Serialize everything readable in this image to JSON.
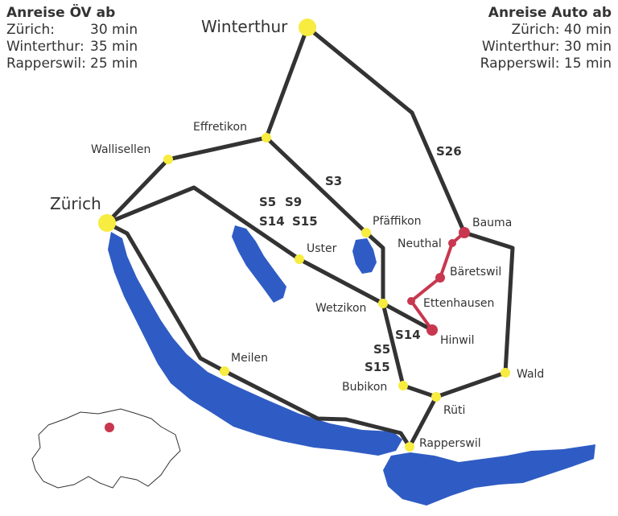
{
  "ov": {
    "title": "Anreise ÖV ab",
    "rows": [
      {
        "city": "Zürich:",
        "time": "30 min"
      },
      {
        "city": "Winterthur:",
        "time": "35 min"
      },
      {
        "city": "Rapperswil:",
        "time": "25 min"
      }
    ]
  },
  "auto": {
    "title": "Anreise Auto ab",
    "rows": [
      {
        "city": "Zürich:",
        "time": "40 min"
      },
      {
        "city": "Winterthur:",
        "time": "30 min"
      },
      {
        "city": "Rapperswil:",
        "time": "15 min"
      }
    ]
  },
  "places": {
    "winterthur": "Winterthur",
    "zurich": "Zürich",
    "effretikon": "Effretikon",
    "wallisellen": "Wallisellen",
    "pfaeffikon": "Pfäffikon",
    "uster": "Uster",
    "wetzikon": "Wetzikon",
    "meilen": "Meilen",
    "bubikon": "Bubikon",
    "rueti": "Rüti",
    "rapperswil": "Rapperswil",
    "wald": "Wald",
    "hinwil": "Hinwil",
    "bauma": "Bauma",
    "neuthal": "Neuthal",
    "baeretswil": "Bäretswil",
    "ettenhausen": "Ettenhausen"
  },
  "lines": {
    "s26": "S26",
    "s3": "S3",
    "s5": "S5",
    "s9": "S9",
    "s14": "S14",
    "s15": "S15",
    "s14b": "S14",
    "s5b": "S5",
    "s15b": "S15"
  },
  "colors": {
    "rail": "#333333",
    "station": "#f7ec3f",
    "heritage": "#c8374f",
    "lake": "#2f5cc4"
  }
}
